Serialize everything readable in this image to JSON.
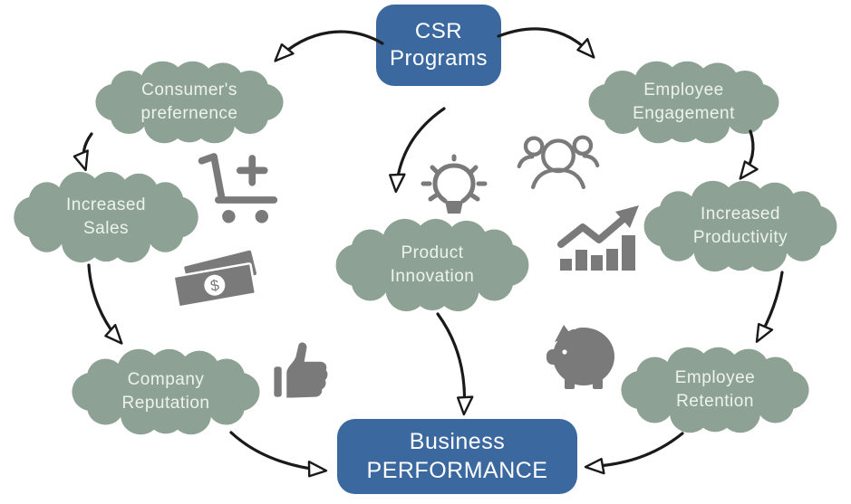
{
  "diagram_title": "CSR Programs to Business Performance flow",
  "boxes": [
    {
      "id": "csr-programs",
      "lines": [
        "CSR",
        "Programs"
      ]
    },
    {
      "id": "business-performance",
      "lines": [
        "Business",
        "PERFORMANCE"
      ]
    }
  ],
  "clouds": [
    {
      "id": "consumers-preference",
      "lines": [
        "Consumer's",
        "prefernence"
      ]
    },
    {
      "id": "employee-engagement",
      "lines": [
        "Employee",
        "Engagement"
      ]
    },
    {
      "id": "increased-sales",
      "lines": [
        "Increased",
        "Sales"
      ]
    },
    {
      "id": "increased-productivity",
      "lines": [
        "Increased",
        "Productivity"
      ]
    },
    {
      "id": "product-innovation",
      "lines": [
        "Product",
        "Innovation"
      ]
    },
    {
      "id": "company-reputation",
      "lines": [
        "Company",
        "Reputation"
      ]
    },
    {
      "id": "employee-retention",
      "lines": [
        "Employee",
        "Retention"
      ]
    }
  ],
  "icons": [
    {
      "name": "shopping-cart-icon"
    },
    {
      "name": "money-bills-icon"
    },
    {
      "name": "thumbs-up-icon"
    },
    {
      "name": "lightbulb-icon"
    },
    {
      "name": "people-group-icon"
    },
    {
      "name": "growth-bar-chart-icon"
    },
    {
      "name": "piggy-bank-icon"
    }
  ],
  "connections": [
    {
      "from": "csr-programs",
      "to": "consumers-preference"
    },
    {
      "from": "csr-programs",
      "to": "employee-engagement"
    },
    {
      "from": "csr-programs",
      "to": "product-innovation"
    },
    {
      "from": "consumers-preference",
      "to": "increased-sales"
    },
    {
      "from": "increased-sales",
      "to": "company-reputation"
    },
    {
      "from": "company-reputation",
      "to": "business-performance"
    },
    {
      "from": "employee-engagement",
      "to": "increased-productivity"
    },
    {
      "from": "increased-productivity",
      "to": "employee-retention"
    },
    {
      "from": "employee-retention",
      "to": "business-performance"
    },
    {
      "from": "product-innovation",
      "to": "business-performance"
    }
  ],
  "colors": {
    "box_fill": "#3a689f",
    "box_text": "#ffffff",
    "cloud_fill": "#8da295",
    "cloud_text": "#edf3ec",
    "arrow": "#1a1a1a",
    "icon_gray": "#7a7a7a"
  }
}
